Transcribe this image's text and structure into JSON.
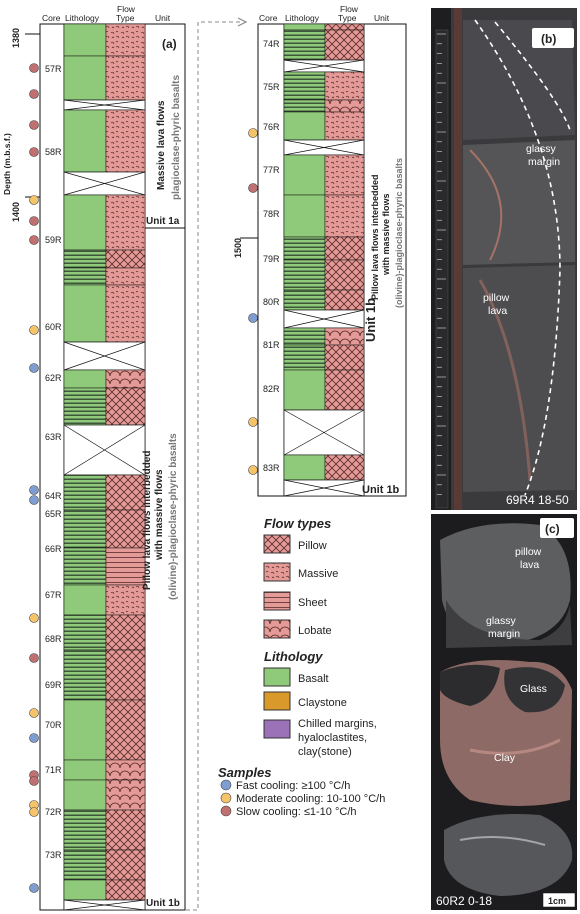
{
  "headers": {
    "core": "Core",
    "lithology": "Lithology",
    "flow_type_1": "Flow",
    "flow_type_2": "Type",
    "unit": "Unit"
  },
  "axis": {
    "label": "Depth (m.b.s.f.)",
    "ticks": [
      "1380",
      "1400",
      "1500"
    ]
  },
  "panels": {
    "a": "(a)",
    "b": "(b)",
    "c": "(c)"
  },
  "panel_a": {
    "cores": [
      "57R",
      "58R",
      "59R",
      "60R",
      "62R",
      "63R",
      "64R",
      "65R",
      "66R",
      "67R",
      "68R",
      "69R",
      "70R",
      "71R",
      "72R",
      "73R"
    ],
    "unit_1a_title": "Massive lava flows",
    "unit_1a_subtitle": "plagioclase-phyric basalts",
    "unit_1a_label": "Unit 1a",
    "unit_1b_title_1": "Pillow lava flows interbedded",
    "unit_1b_title_2": "with massive flows",
    "unit_1b_subtitle": "(olivine)-plagioclase-phyric basalts",
    "unit_1b_label": "Unit 1b"
  },
  "panel_b_log": {
    "cores": [
      "74R",
      "75R",
      "76R",
      "77R",
      "78R",
      "79R",
      "80R",
      "81R",
      "82R",
      "83R"
    ],
    "unit_label_vertical": "Unit 1b",
    "title_1": "Pillow lava flows interbedded",
    "title_2": "with massive flows",
    "subtitle": "(olivine)-plagioclase-phyric basalts",
    "unit_label": "Unit 1b"
  },
  "legend": {
    "flow_types_title": "Flow types",
    "flow_types": [
      "Pillow",
      "Massive",
      "Sheet",
      "Lobate"
    ],
    "lithology_title": "Lithology",
    "lithology": [
      "Basalt",
      "Claystone",
      "Chilled margins,",
      "hyaloclastites,",
      "clay(stone)"
    ],
    "samples_title": "Samples",
    "samples": [
      {
        "label": "Fast cooling: ≥100 °C/h",
        "color": "#7e9ed1"
      },
      {
        "label": "Moderate cooling: 10-100 °C/h",
        "color": "#f5c46a"
      },
      {
        "label": "Slow cooling: ≤1-10 °C/h",
        "color": "#c07070"
      }
    ]
  },
  "photo_b": {
    "glassy": "glassy",
    "margin": "margin",
    "pillow": "pillow",
    "lava": "lava",
    "caption": "69R4 18-50"
  },
  "photo_c": {
    "pillow": "pillow",
    "lava": "lava",
    "glassy": "glassy",
    "margin": "margin",
    "glass": "Glass",
    "clay": "Clay",
    "caption": "60R2 0-18",
    "scale": "1cm"
  },
  "colors": {
    "basalt": "#8fc97a",
    "flow_fill": "#e49a96",
    "claystone": "#d99a2b",
    "chilled": "#9b72b8",
    "fast": "#7e9ed1",
    "moderate": "#f5c46a",
    "slow": "#c07070"
  }
}
